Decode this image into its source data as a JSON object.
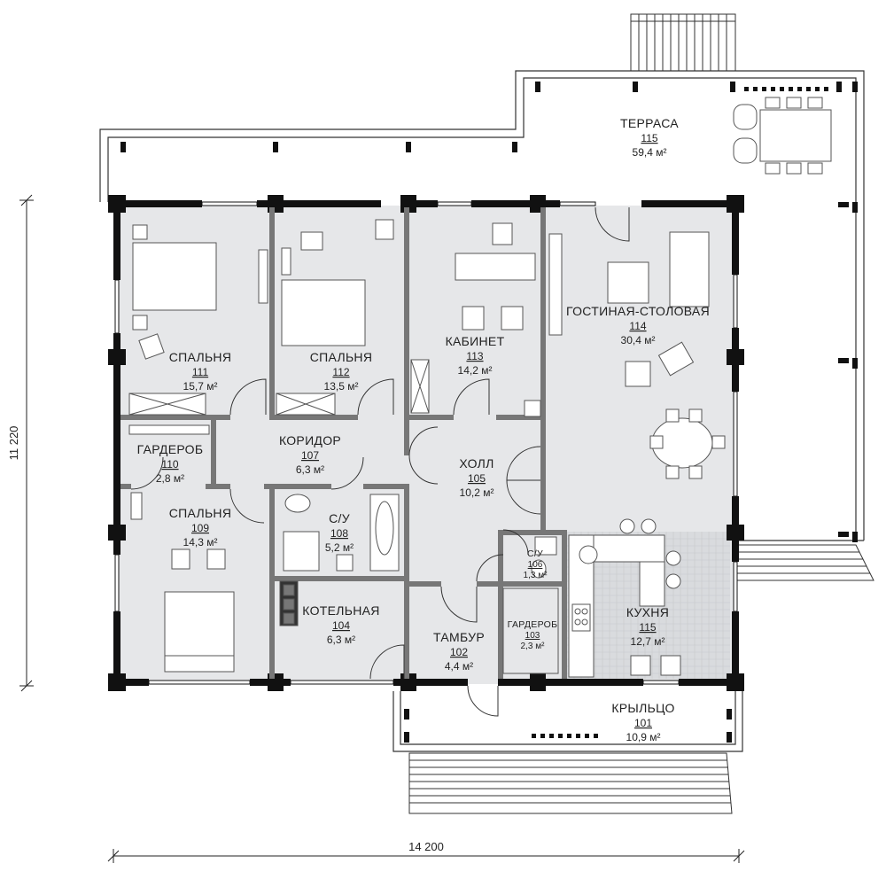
{
  "rooms": [
    {
      "id": "101",
      "name": "КРЫЛЬЦО",
      "number": "101",
      "area": "10,9 м²"
    },
    {
      "id": "102",
      "name": "ТАМБУР",
      "number": "102",
      "area": "4,4 м²"
    },
    {
      "id": "103",
      "name": "ГАРДЕРОБ",
      "number": "103",
      "area": "2,3 м²"
    },
    {
      "id": "104",
      "name": "КОТЕЛЬНАЯ",
      "number": "104",
      "area": "6,3 м²"
    },
    {
      "id": "105",
      "name": "ХОЛЛ",
      "number": "105",
      "area": "10,2 м²"
    },
    {
      "id": "106",
      "name": "С/У",
      "number": "106",
      "area": "1,3 м²"
    },
    {
      "id": "107",
      "name": "КОРИДОР",
      "number": "107",
      "area": "6,3 м²"
    },
    {
      "id": "108",
      "name": "С/У",
      "number": "108",
      "area": "5,2 м²"
    },
    {
      "id": "109",
      "name": "СПАЛЬНЯ",
      "number": "109",
      "area": "14,3 м²"
    },
    {
      "id": "110",
      "name": "ГАРДЕРОБ",
      "number": "110",
      "area": "2,8 м²"
    },
    {
      "id": "111",
      "name": "СПАЛЬНЯ",
      "number": "111",
      "area": "15,7 м²"
    },
    {
      "id": "112",
      "name": "СПАЛЬНЯ",
      "number": "112",
      "area": "13,5 м²"
    },
    {
      "id": "113",
      "name": "КАБИНЕТ",
      "number": "113",
      "area": "14,2 м²"
    },
    {
      "id": "114",
      "name": "ГОСТИНАЯ-СТОЛОВАЯ",
      "number": "114",
      "area": "30,4 м²"
    },
    {
      "id": "115k",
      "name": "КУХНЯ",
      "number": "115",
      "area": "12,7 м²"
    },
    {
      "id": "115t",
      "name": "ТЕРРАСА",
      "number": "115",
      "area": "59,4 м²"
    }
  ],
  "dimensions": {
    "width": "14 200",
    "height": "11 220"
  },
  "colors": {
    "floor": "#e6e7e9",
    "wall": "#111111",
    "outline": "#333333"
  }
}
